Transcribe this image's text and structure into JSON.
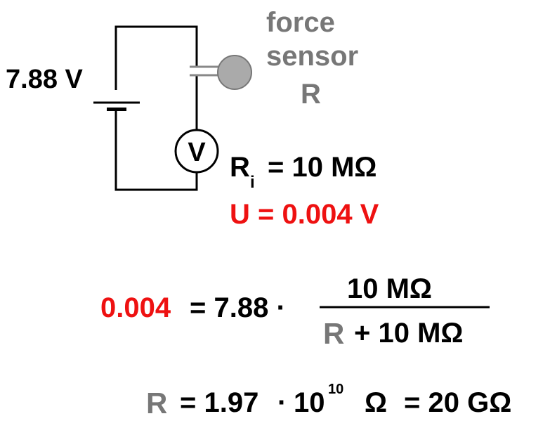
{
  "circuit": {
    "battery_voltage": "7.88 V",
    "voltmeter_symbol": "V",
    "sensor_label_line1": "force",
    "sensor_label_line2": "sensor",
    "sensor_label_line3": "R",
    "ri_symbol": "R",
    "ri_subscript": "i",
    "ri_value": "= 10 MΩ",
    "u_reading": "U = 0.004 V"
  },
  "equation1": {
    "lhs": "0.004",
    "middle": "= 7.88 ·",
    "numerator": "10 MΩ",
    "denominator_r": "R",
    "denominator_rest": "+ 10 MΩ"
  },
  "equation2": {
    "r": "R",
    "eq1": "= 1.97",
    "dot": "·",
    "base": "10",
    "exponent": "10",
    "unit": "Ω",
    "eq2": "= 20 GΩ"
  },
  "colors": {
    "wire": "#000000",
    "red": "#ee1111",
    "gray": "#777777",
    "sensor_fill": "#aaaaaa"
  }
}
